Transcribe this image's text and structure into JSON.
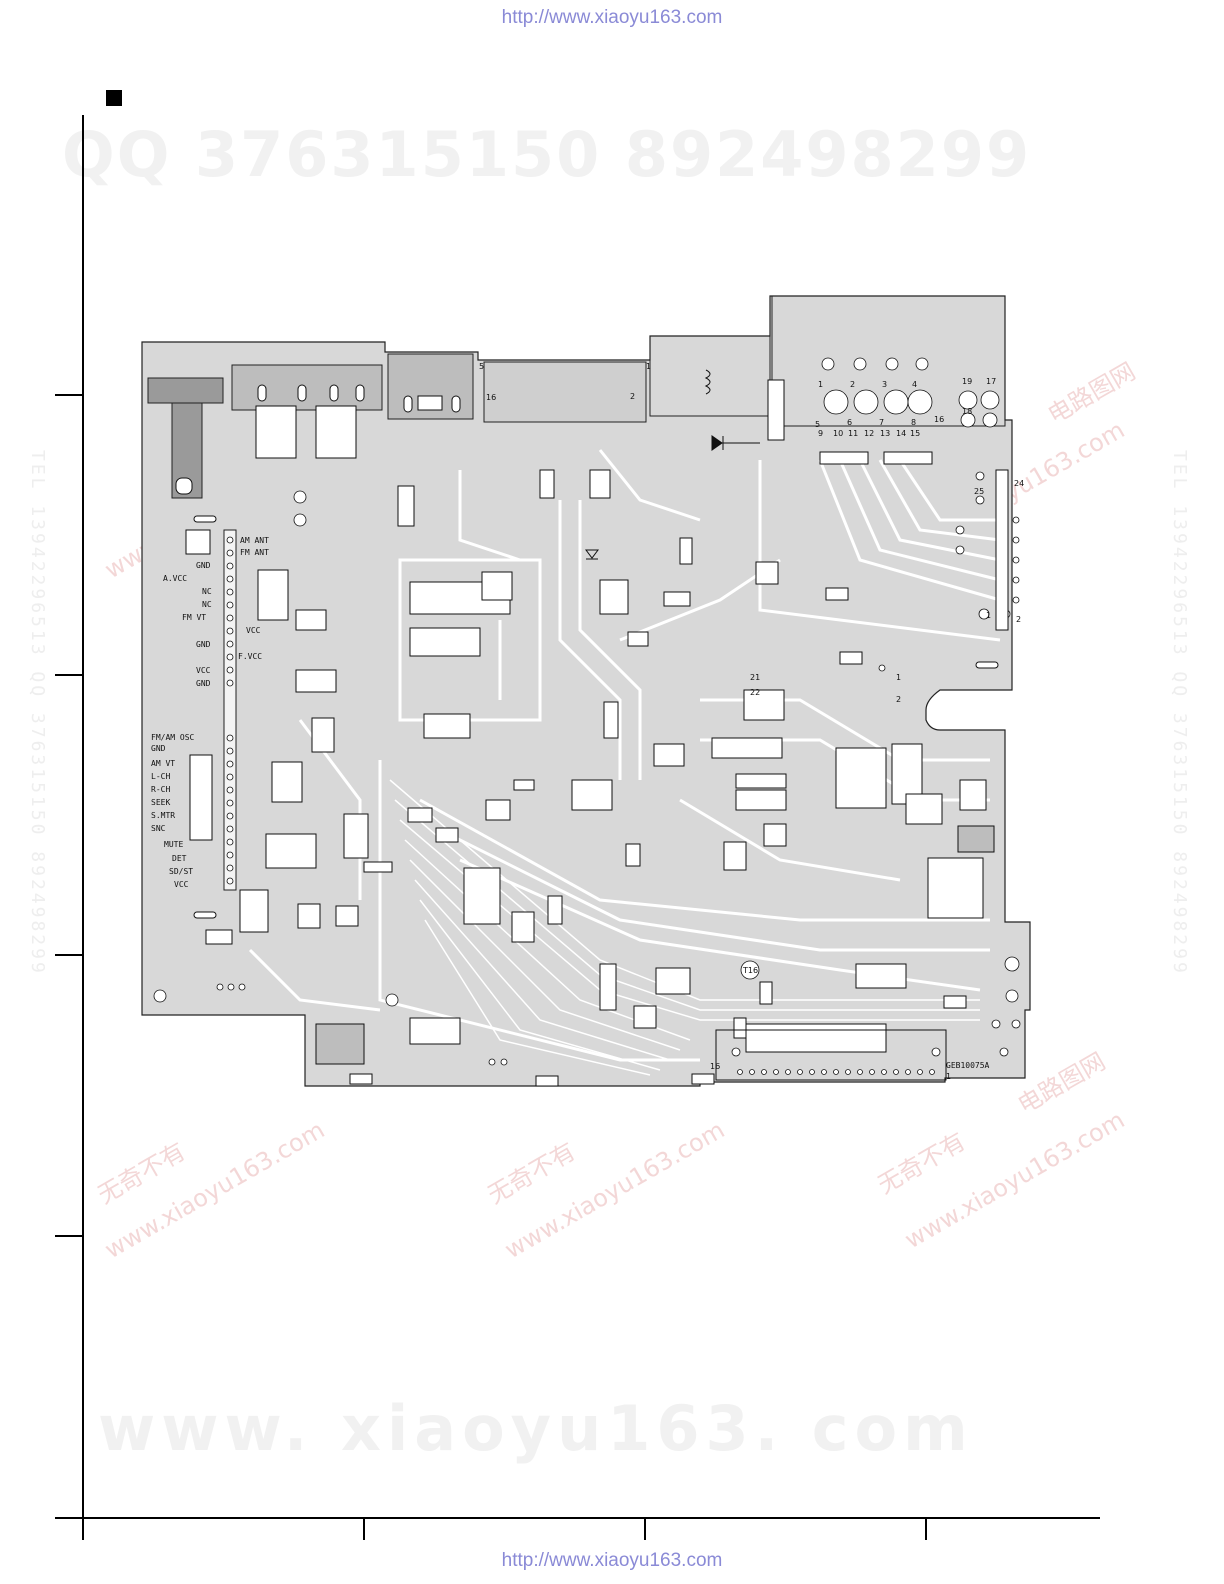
{
  "header": {
    "url": "http://www.xiaoyu163.com"
  },
  "footer": {
    "url": "http://www.xiaoyu163.com"
  },
  "watermarks": {
    "qq": "QQ 376315150    892498299",
    "site": "www. xiaoyu163. com",
    "diagonal_cn": "无奇不有",
    "diagonal_site": "www.xiaoyu163.com",
    "diagonal_net": "电路图网",
    "vertical": "TEL 13942296513  QQ 376315150  892498299"
  },
  "board": {
    "code": "GEB10075A",
    "connector_labels": [
      "AM ANT",
      "FM ANT",
      "GND",
      "A.VCC",
      "NC",
      "NC",
      "FM VT",
      "VCC",
      "GND",
      "F.VCC",
      "VCC",
      "GND",
      "FM/AM OSC",
      "GND",
      "AM VT",
      "L-CH",
      "R-CH",
      "SEEK",
      "S.MTR",
      "SNC",
      "MUTE",
      "DET",
      "SD/ST",
      "VCC"
    ],
    "connector_pins_top": [
      "5",
      "16",
      "2",
      "1"
    ],
    "connector_pins_right": [
      "1",
      "2",
      "3",
      "4",
      "19",
      "17",
      "18",
      "16",
      "5",
      "6",
      "7",
      "8",
      "9",
      "10",
      "11",
      "12",
      "13",
      "14",
      "15",
      "24",
      "25",
      "1",
      "2"
    ],
    "ic_pins": [
      "21",
      "22",
      "1",
      "2"
    ],
    "bottom_pins": [
      "16",
      "1"
    ],
    "test_point": "T16"
  }
}
